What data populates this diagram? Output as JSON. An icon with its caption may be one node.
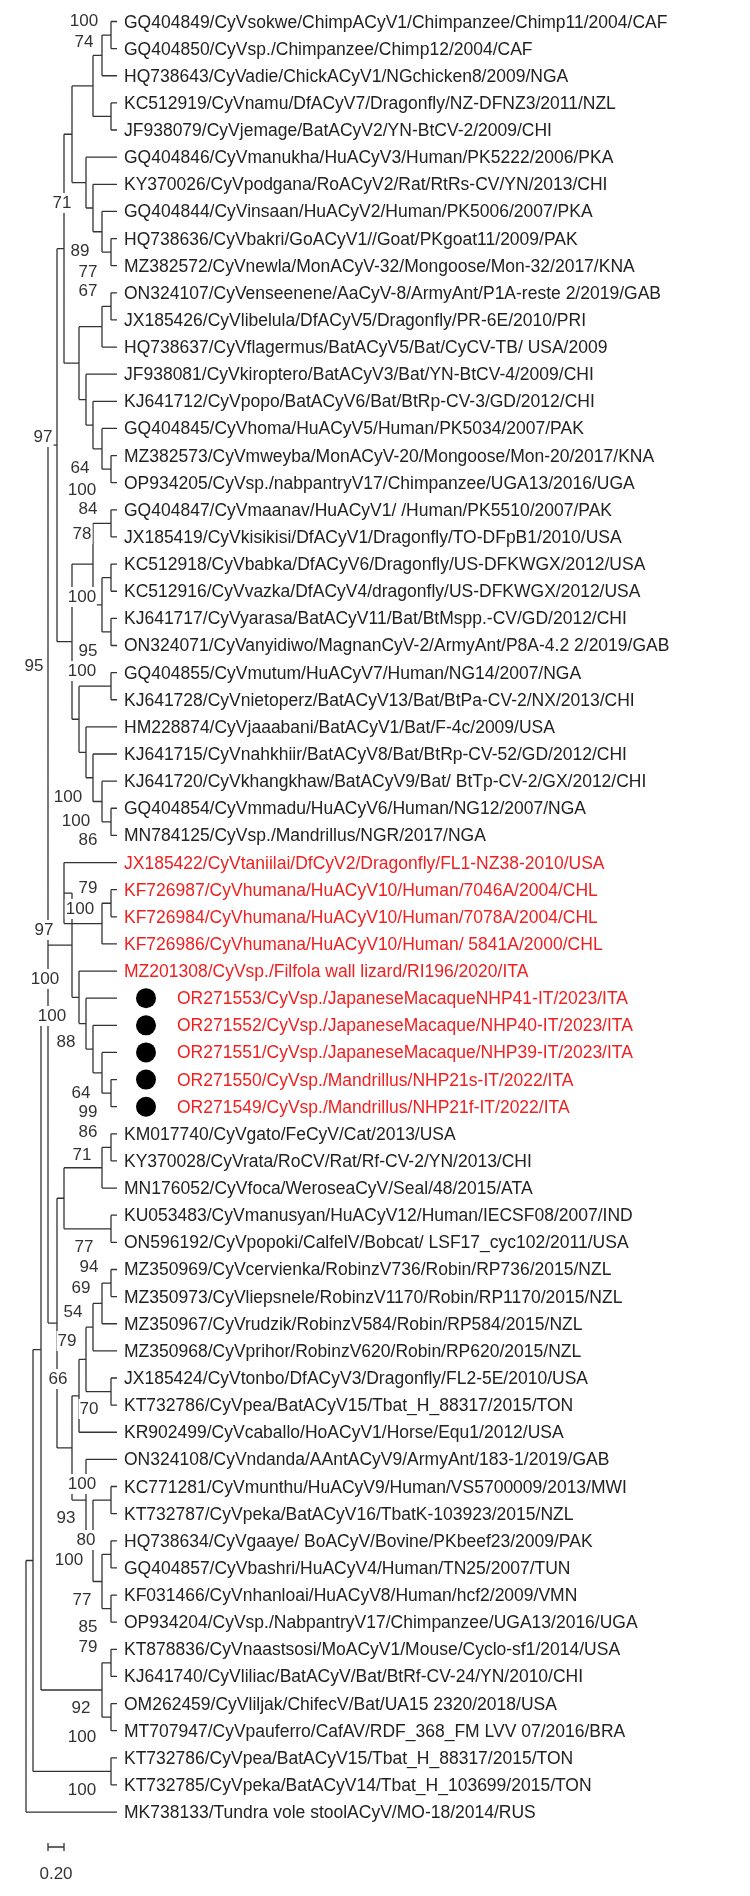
{
  "diagram": {
    "labels": [
      "100",
      "GQ404849/CyVsokwe/ChimpACyV1/Chimpanzee/Chimp11/2004/CAF",
      "74",
      "GQ404850/CyVsp./Chimpanzee/Chimp12/2004/CAF",
      "HQ738643/CyVadie/ChickACyV1/NGchicken8/2009/NGA",
      "KC512919/CyVnamu/DfACyV7/Dragonfly/NZ-DFNZ3/2011/NZL",
      "JF938079/CyVjemage/BatACyV2/YN-BtCV-2/2009/CHI",
      "GQ404846/CyVmanukha/HuACyV3/Human/PK5222/2006/PKA",
      "KY370026/CyVpodgana/RoACyV2/Rat/RtRs-CV/YN/2013/CHI",
      "71",
      "GQ404844/CyVinsaan/HuACyV2/Human/PK5006/2007/PKA",
      "HQ738636/CyVbakri/GoACyV1//Goat/PKgoat11/2009/PAK",
      "89",
      "77",
      "MZ382572/CyVnewla/MonACyV-32/Mongoose/Mon-32/2017/KNA",
      "67",
      "ON324107/CyVenseenene/AaCyV-8/ArmyAnt/P1A-reste 2/2019/GAB",
      "JX185426/CyVlibelula/DfACyV5/Dragonfly/PR-6E/2010/PRI",
      "HQ738637/CyVflagermus/BatACyV5/Bat/CyCV-TB/ USA/2009",
      "JF938081/CyVkiroptero/BatACyV3/Bat/YN-BtCV-4/2009/CHI",
      "KJ641712/CyVpopo/BatACyV6/Bat/BtRp-CV-3/GD/2012/CHI",
      "GQ404845/CyVhoma/HuACyV5/Human/PK5034/2007/PAK",
      "97",
      "MZ382573/CyVmweyba/MonACyV-20/Mongoose/Mon-20/2017/KNA",
      "64",
      "OP934205/CyVsp./nabpantryV17/Chimpanzee/UGA13/2016/UGA",
      "100",
      "84",
      "GQ404847/CyVmaanav/HuACyV1/ /Human/PK5510/2007/PAK",
      "78",
      "JX185419/CyVkisikisi/DfACyV1/Dragonfly/TO-DFpB1/2010/USA",
      "KC512918/CyVbabka/DfACyV6/Dragonfly/US-DFKWGX/2012/USA",
      "KC512916/CyVvazka/DfACyV4/dragonfly/US-DFKWGX/2012/USA",
      "100",
      "KJ641717/CyVyarasa/BatACyV11/Bat/BtMspp.-CV/GD/2012/CHI",
      "ON324071/CyVanyidiwo/MagnanCyV-2/ArmyAnt/P8A-4.2 2/2019/GAB",
      "95",
      "95",
      "100",
      "GQ404855/CyVmutum/HuACyV7/Human/NG14/2007/NGA",
      "KJ641728/CyVnietoperz/BatACyV13/Bat/BtPa-CV-2/NX/2013/CHI",
      "HM228874/CyVjaaabani/BatACyV1/Bat/F-4c/2009/USA",
      "KJ641715/CyVnahkhiir/BatACyV8/Bat/BtRp-CV-52/GD/2012/CHI",
      "KJ641720/CyVkhangkhaw/BatACyV9/Bat/ BtTp-CV-2/GX/2012/CHI",
      "100",
      "GQ404854/CyVmmadu/HuACyV6/Human/NG12/2007/NGA",
      "100",
      "MN784125/CyVsp./Mandrillus/NGR/2017/NGA",
      "86",
      "JX185422/CyVtaniilai/DfCyV2/Dragonfly/FL1-NZ38-2010/USA",
      "79",
      "KF726987/CyVhumana/HuACyV10/Human/7046A/2004/CHL",
      "100",
      "KF726984/CyVhumana/HuACyV10/Human/7078A/2004/CHL",
      "97",
      "KF726986/CyVhumana/HuACyV10/Human/ 5841A/2000/CHL",
      "100",
      "MZ201308/CyVsp./Filfola wall lizard/RI196/2020/ITA",
      "OR271553/CyVsp./JapaneseMacaqueNHP41-IT/2023/ITA",
      "100",
      "OR271552/CyVsp./JapaneseMacaque/NHP40-IT/2023/ITA",
      "88",
      "OR271551/CyVsp./JapaneseMacaque/NHP39-IT/2023/ITA",
      "OR271550/CyVsp./Mandrillus/NHP21s-IT/2022/ITA",
      "64",
      "OR271549/CyVsp./Mandrillus/NHP21f-IT/2022/ITA",
      "99",
      "86",
      "KM017740/CyVgato/FeCyV/Cat/2013/USA",
      "71",
      "KY370028/CyVrata/RoCV/Rat/Rf-CV-2/YN/2013/CHI",
      "MN176052/CyVfoca/WeroseaCyV/Seal/48/2015/ATA",
      "KU053483/CyVmanusyan/HuACyV12/Human/IECSF08/2007/IND",
      "ON596192/CyVpopoki/CalfelV/Bobcat/ LSF17_cyc102/2011/USA",
      "77",
      "94",
      "MZ350969/CyVcervienka/RobinzV736/Robin/RP736/2015/NZL",
      "69",
      "MZ350973/CyVliepsnele/RobinzV1170/Robin/RP1170/2015/NZL",
      "54",
      "MZ350967/CyVrudzik/RobinzV584/Robin/RP584/2015/NZL",
      "79",
      "MZ350968/CyVprihor/RobinzV620/Robin/RP620/2015/NZL",
      "66",
      "JX185424/CyVtonbo/DfACyV3/Dragonfly/FL2-5E/2010/USA",
      "70",
      "KT732786/CyVpea/BatACyV15/Tbat_H_88317/2015/TON",
      "KR902499/CyVcaballo/HoACyV1/Horse/Equ1/2012/USA",
      "ON324108/CyVndanda/AAntACyV9/ArmyAnt/183-1/2019/GAB",
      "100",
      "KC771281/CyVmunthu/HuACyV9/Human/VS5700009/2013/MWI",
      "93",
      "KT732787/CyVpeka/BatACyV16/TbatK-103923/2015/NZL",
      "80",
      "HQ738634/CyVgaaye/ BoACyV/Bovine/PKbeef23/2009/PAK",
      "100",
      "GQ404857/CyVbashri/HuACyV4/Human/TN25/2007/TUN",
      "77",
      "KF031466/CyVnhanloai/HuACyV8/Human/hcf2/2009/VMN",
      "85",
      "OP934204/CyVsp./NabpantryV17/Chimpanzee/UGA13/2016/UGA",
      "79",
      "KT878836/CyVnaastsosi/MoACyV1/Mouse/Cyclo-sf1/2014/USA",
      "KJ641740/CyVliliac/BatACyV/Bat/BtRf-CV-24/YN/2010/CHI",
      "92",
      "OM262459/CyVliljak/ChifecV/Bat/UA15 2320/2018/USA",
      "100",
      "MT707947/CyVpauferro/CafAV/RDF_368_FM LVV 07/2016/BRA",
      "KT732786/CyVpea/BatACyV15/Tbat_H_88317/2015/TON",
      "100",
      "KT732785/CyVpeka/BatACyV14/Tbat_H_103699/2015/TON",
      "MK738133/Tundra vole stoolACyV/MO-18/2014/RUS",
      "0.20"
    ]
  }
}
